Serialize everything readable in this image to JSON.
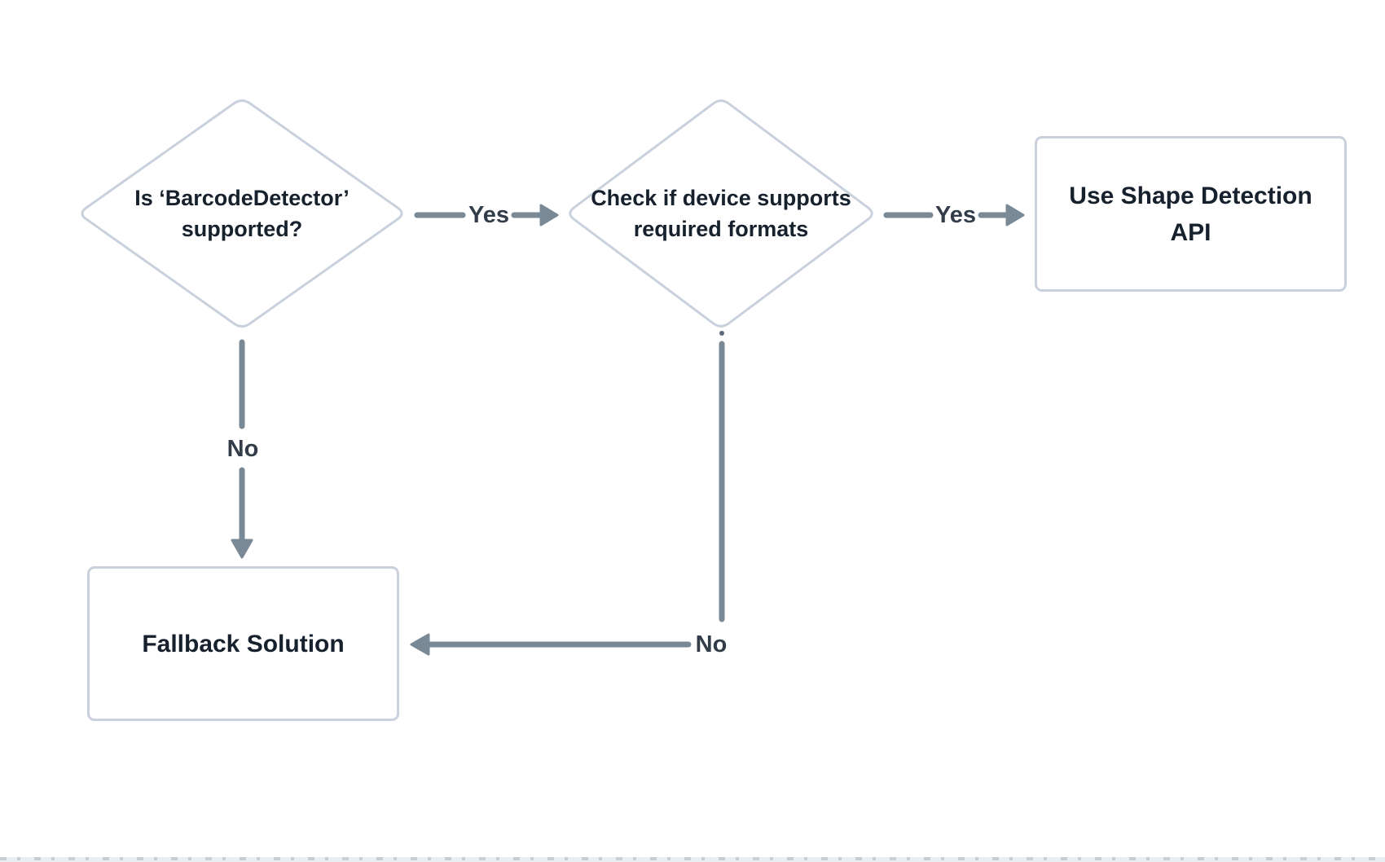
{
  "palette": {
    "background": "#ffffff",
    "node_border": "#c9d2dc",
    "connector": "#7a8996",
    "node_text": "#16212d",
    "edge_label_text": "#323d49",
    "anchor_dot": "#5b6b7a",
    "strip_background": "#eaeef1",
    "strip_tick": "#c6ced6"
  },
  "flowchart": {
    "nodes": [
      {
        "id": "check-barcodedetector",
        "type": "decision",
        "label": "Is ‘BarcodeDetector’\nsupported?"
      },
      {
        "id": "check-formats",
        "type": "decision",
        "label": "Check if device supports\nrequired formats"
      },
      {
        "id": "use-shape-detection",
        "type": "process",
        "label": "Use Shape Detection\nAPI"
      },
      {
        "id": "fallback-solution",
        "type": "process",
        "label": "Fallback Solution"
      }
    ],
    "edges": [
      {
        "from": "check-barcodedetector",
        "to": "check-formats",
        "label": "Yes"
      },
      {
        "from": "check-formats",
        "to": "use-shape-detection",
        "label": "Yes"
      },
      {
        "from": "check-barcodedetector",
        "to": "fallback-solution",
        "label": "No"
      },
      {
        "from": "check-formats",
        "to": "fallback-solution",
        "label": "No"
      }
    ]
  }
}
